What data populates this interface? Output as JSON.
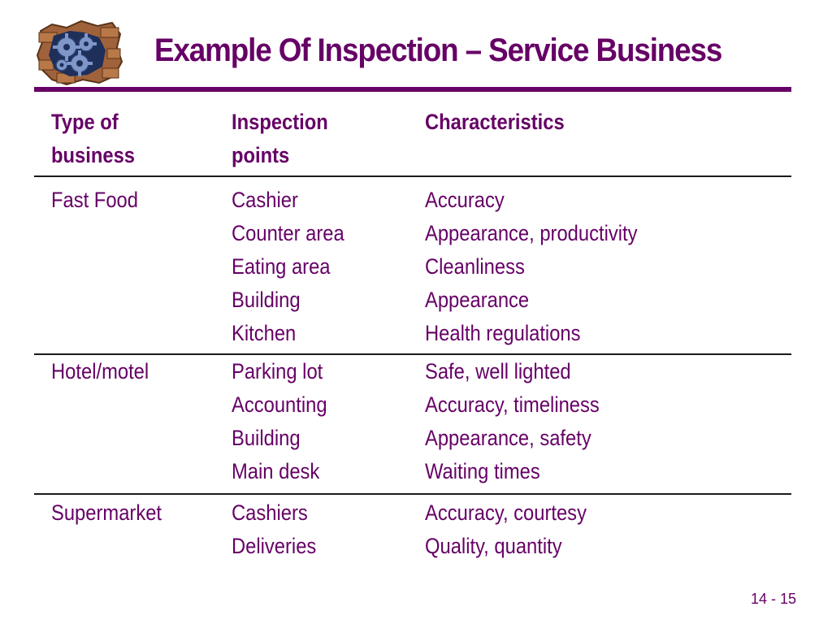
{
  "slide": {
    "title": "Example Of Inspection – Service Business",
    "page_number": "14 - 15"
  },
  "table": {
    "headers": [
      [
        "Type of",
        "business"
      ],
      [
        "Inspection",
        "points"
      ],
      [
        "Characteristics"
      ]
    ],
    "rows": [
      {
        "type": [
          "Fast Food"
        ],
        "points": [
          "Cashier",
          "Counter area",
          "Eating area",
          "Building",
          "Kitchen"
        ],
        "characteristics": [
          "Accuracy",
          "Appearance, productivity",
          "Cleanliness",
          "Appearance",
          "Health regulations"
        ]
      },
      {
        "type": [
          "Hotel/motel"
        ],
        "points": [
          "Parking lot",
          "Accounting",
          "Building",
          "Main desk"
        ],
        "characteristics": [
          "Safe, well lighted",
          "Accuracy, timeliness",
          "Appearance, safety",
          "Waiting times"
        ]
      },
      {
        "type": [
          "Supermarket"
        ],
        "points": [
          "Cashiers",
          "Deliveries"
        ],
        "characteristics": [
          "Accuracy, courtesy",
          "Quality, quantity"
        ]
      }
    ]
  },
  "colors": {
    "accent": "#660066",
    "rule": "#1a1a1a",
    "background": "#ffffff"
  },
  "icons": {
    "logo": "gears-in-brick-wall-icon"
  }
}
